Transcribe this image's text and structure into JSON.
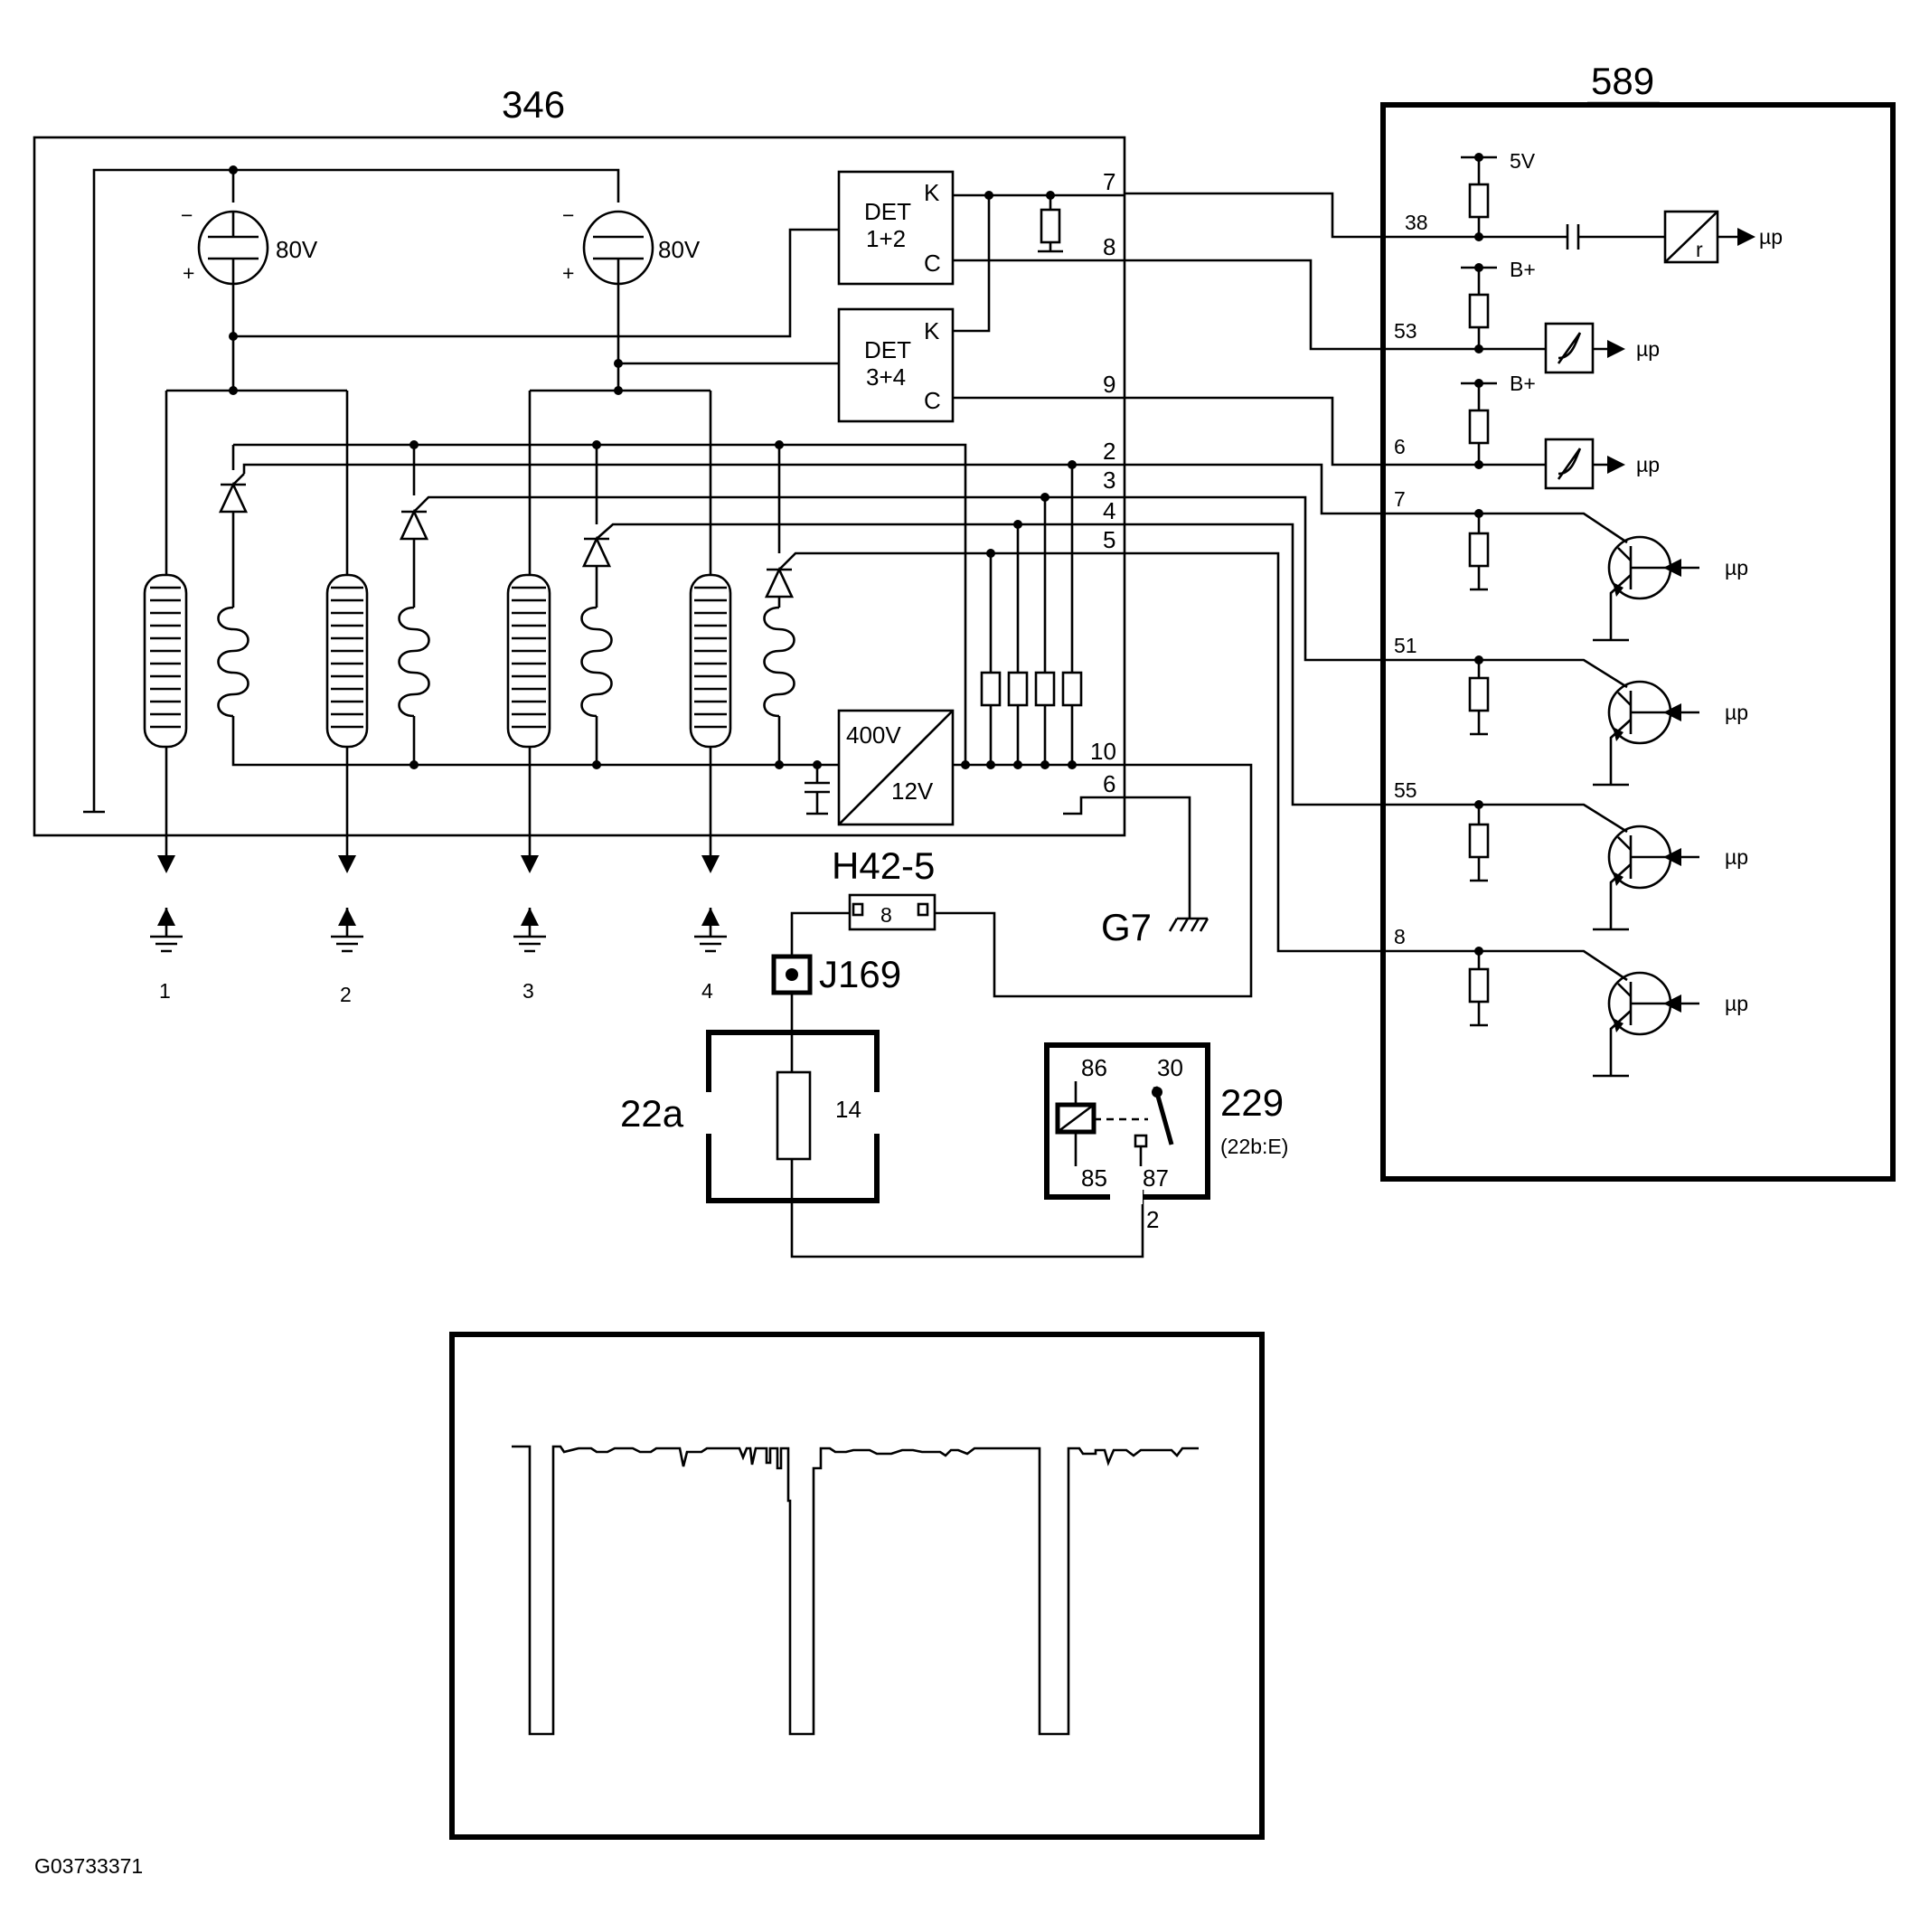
{
  "ignition_module": {
    "id": "346",
    "supply_label": "80V",
    "polarity_minus": "−",
    "polarity_plus": "+",
    "detector_1_2": {
      "name": "DET",
      "cyl": "1+2",
      "k": "K",
      "c": "C"
    },
    "detector_3_4": {
      "name": "DET",
      "cyl": "3+4",
      "k": "K",
      "c": "C"
    },
    "converter": {
      "in": "400V",
      "out": "12V"
    },
    "pins": [
      "7",
      "8",
      "9",
      "2",
      "3",
      "4",
      "5",
      "10",
      "6"
    ],
    "spark_plugs": [
      "1",
      "2",
      "3",
      "4"
    ]
  },
  "ecu": {
    "id": "589",
    "supply_5v": "5V",
    "bplus": "B+",
    "micro": "µp",
    "pins": [
      "38",
      "53",
      "6",
      "7",
      "51",
      "55",
      "8"
    ]
  },
  "connector": {
    "id": "H42-5",
    "pin": "8"
  },
  "junction": {
    "id": "J169"
  },
  "ground": {
    "id": "G7"
  },
  "fusebox": {
    "id": "22a",
    "fuse": "14"
  },
  "relay": {
    "id": "229",
    "location": "(22b:E)",
    "terminals": [
      "86",
      "30",
      "85",
      "87"
    ],
    "wire": "2"
  },
  "figure_id": "G03733371"
}
